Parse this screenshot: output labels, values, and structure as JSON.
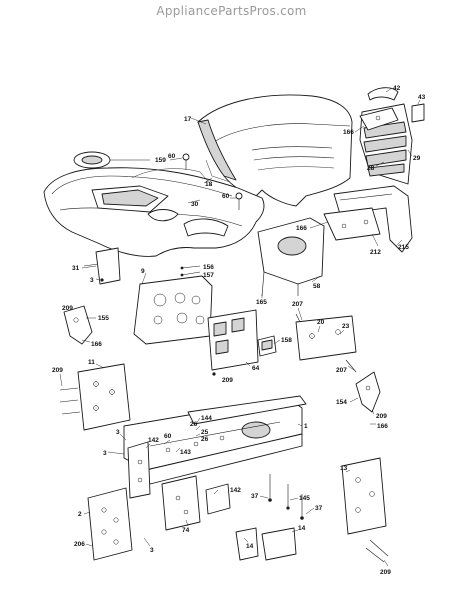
{
  "watermark": "AppliancePartsPros.com",
  "callouts": [
    {
      "id": "c-17",
      "text": "17"
    },
    {
      "id": "c-42",
      "text": "42"
    },
    {
      "id": "c-43",
      "text": "43"
    },
    {
      "id": "c-166a",
      "text": "166"
    },
    {
      "id": "c-29",
      "text": "29"
    },
    {
      "id": "c-28",
      "text": "28"
    },
    {
      "id": "c-159",
      "text": "159"
    },
    {
      "id": "c-60a",
      "text": "60"
    },
    {
      "id": "c-18",
      "text": "18"
    },
    {
      "id": "c-30",
      "text": "30"
    },
    {
      "id": "c-60b",
      "text": "60"
    },
    {
      "id": "c-166b",
      "text": "166"
    },
    {
      "id": "c-215",
      "text": "215"
    },
    {
      "id": "c-212",
      "text": "212"
    },
    {
      "id": "c-31",
      "text": "31"
    },
    {
      "id": "c-3a",
      "text": "3"
    },
    {
      "id": "c-156",
      "text": "156"
    },
    {
      "id": "c-157",
      "text": "157"
    },
    {
      "id": "c-9",
      "text": "9"
    },
    {
      "id": "c-58",
      "text": "58"
    },
    {
      "id": "c-165",
      "text": "165"
    },
    {
      "id": "c-209a",
      "text": "209"
    },
    {
      "id": "c-155",
      "text": "155"
    },
    {
      "id": "c-166c",
      "text": "166"
    },
    {
      "id": "c-207a",
      "text": "207"
    },
    {
      "id": "c-20",
      "text": "20"
    },
    {
      "id": "c-23",
      "text": "23"
    },
    {
      "id": "c-158",
      "text": "158"
    },
    {
      "id": "c-64",
      "text": "64"
    },
    {
      "id": "c-209b",
      "text": "209"
    },
    {
      "id": "c-207b",
      "text": "207"
    },
    {
      "id": "c-11",
      "text": "11"
    },
    {
      "id": "c-209c",
      "text": "209"
    },
    {
      "id": "c-154",
      "text": "154"
    },
    {
      "id": "c-209d",
      "text": "209"
    },
    {
      "id": "c-166d",
      "text": "166"
    },
    {
      "id": "c-144",
      "text": "144"
    },
    {
      "id": "c-26a",
      "text": "26"
    },
    {
      "id": "c-25",
      "text": "25"
    },
    {
      "id": "c-26b",
      "text": "26"
    },
    {
      "id": "c-1",
      "text": "1"
    },
    {
      "id": "c-3b",
      "text": "3"
    },
    {
      "id": "c-3c",
      "text": "3"
    },
    {
      "id": "c-142a",
      "text": "142"
    },
    {
      "id": "c-60c",
      "text": "60"
    },
    {
      "id": "c-143",
      "text": "143"
    },
    {
      "id": "c-13",
      "text": "13"
    },
    {
      "id": "c-37a",
      "text": "37"
    },
    {
      "id": "c-145",
      "text": "145"
    },
    {
      "id": "c-37b",
      "text": "37"
    },
    {
      "id": "c-142b",
      "text": "142"
    },
    {
      "id": "c-74",
      "text": "74"
    },
    {
      "id": "c-2",
      "text": "2"
    },
    {
      "id": "c-206",
      "text": "206"
    },
    {
      "id": "c-3d",
      "text": "3"
    },
    {
      "id": "c-14a",
      "text": "14"
    },
    {
      "id": "c-14b",
      "text": "14"
    },
    {
      "id": "c-209e",
      "text": "209"
    }
  ]
}
